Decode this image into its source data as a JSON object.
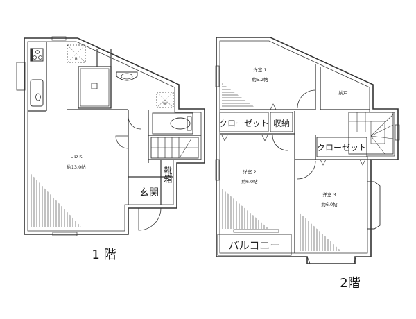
{
  "floors": [
    {
      "label": "1 階",
      "rooms": [
        {
          "name": "L D K",
          "area": "約13.0帖"
        },
        {
          "name": "玄関"
        },
        {
          "name": "靴箱"
        }
      ],
      "fixtures": [
        "stove",
        "kitchen-sink",
        "refrigerator-space",
        "bathtub",
        "washbasin",
        "washing-machine-space",
        "toilet",
        "stairs"
      ],
      "fixture_labels": {
        "refrigerator": "R",
        "washer": "W"
      }
    },
    {
      "label": "2階",
      "rooms": [
        {
          "name": "洋室 1",
          "area": "約5.2帖"
        },
        {
          "name": "納戸"
        },
        {
          "name": "クローゼット"
        },
        {
          "name": "収納"
        },
        {
          "name": "洋室 2",
          "area": "約6.0帖"
        },
        {
          "name": "クローゼット"
        },
        {
          "name": "洋室 3",
          "area": "約6.0帖"
        },
        {
          "name": "バルコニー"
        }
      ],
      "fixtures": [
        "stairs",
        "bay-window"
      ]
    }
  ]
}
